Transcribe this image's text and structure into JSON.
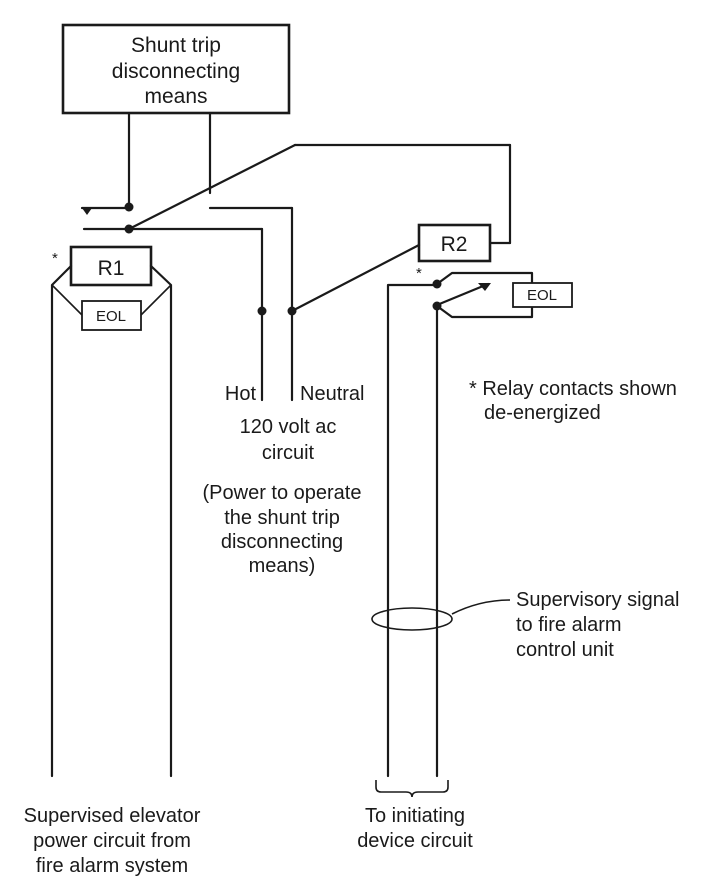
{
  "shunt_trip_box": {
    "line1": "Shunt trip",
    "line2": "disconnecting",
    "line3": "means"
  },
  "relay_r1": {
    "label": "R1",
    "eol": "EOL",
    "asterisk": "*"
  },
  "relay_r2": {
    "label": "R2",
    "eol": "EOL",
    "asterisk": "*"
  },
  "supply": {
    "hot": "Hot",
    "neutral": "Neutral",
    "circuit_line1": "120 volt ac",
    "circuit_line2": "circuit",
    "note_line1": "(Power to operate",
    "note_line2": "the shunt trip",
    "note_line3": "disconnecting",
    "note_line4": "means)"
  },
  "relay_note": {
    "line1": "* Relay contacts shown",
    "line2": "de-energized"
  },
  "supervisory": {
    "line1": "Supervisory signal",
    "line2": "to fire alarm",
    "line3": "control unit"
  },
  "elevator_circuit": {
    "line1": "Supervised elevator",
    "line2": "power circuit from",
    "line3": "fire alarm system"
  },
  "initiating_circuit": {
    "line1": "To initiating",
    "line2": "device circuit"
  }
}
